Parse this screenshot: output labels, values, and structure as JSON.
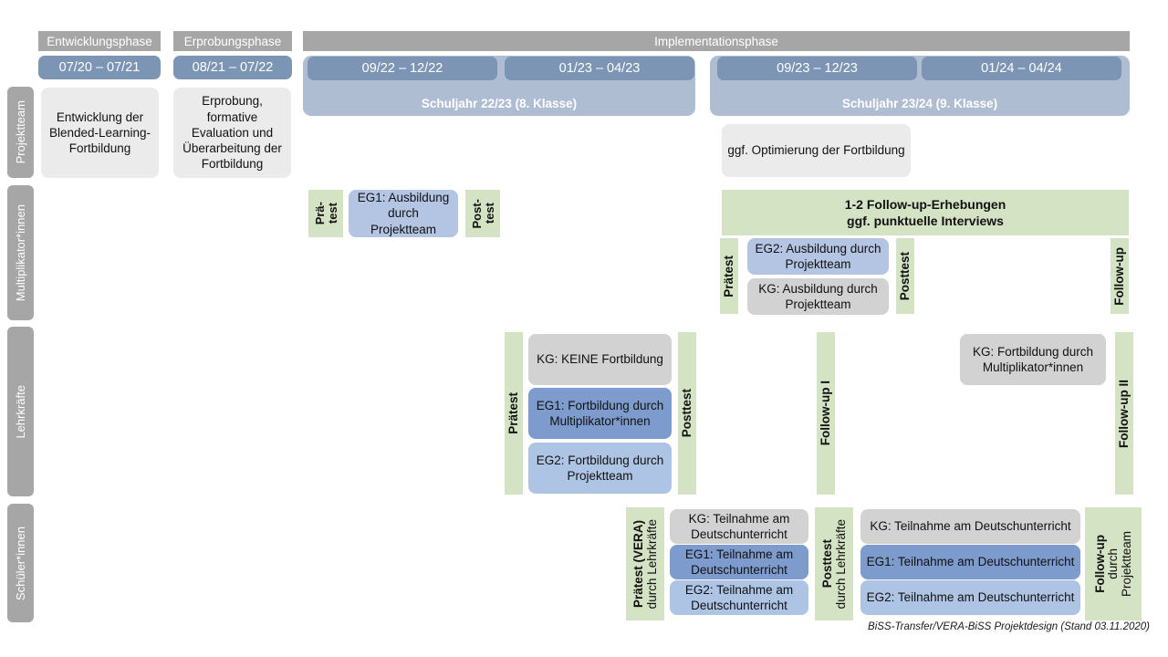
{
  "diagram": {
    "title_note": "BiSS-Transfer/VERA-BiSS Projektdesign (Stand 03.11.2020)",
    "colors": {
      "phase_header": "#a6a6a6",
      "date_bar": "#7d95b4",
      "year_band": "#afbdd2",
      "green": "#d5e3c5",
      "gray_card": "#ebebeb",
      "gray_card_dark": "#d2d2d2",
      "blue_eg1": "#7d9ccd",
      "blue_eg2": "#aec4e4",
      "blue_mid": "#b3c5e3"
    }
  },
  "phases": [
    {
      "label": "Entwicklungsphase"
    },
    {
      "label": "Erprobungsphase"
    },
    {
      "label": "Implementationsphase"
    }
  ],
  "periods": [
    {
      "label": "07/20 – 07/21"
    },
    {
      "label": "08/21 – 07/22"
    },
    {
      "label": "09/22 – 12/22"
    },
    {
      "label": "01/23 – 04/23"
    },
    {
      "label": "09/23 – 12/23"
    },
    {
      "label": "01/24 – 04/24"
    }
  ],
  "school_years": [
    {
      "label": "Schuljahr 22/23 (8. Klasse)"
    },
    {
      "label": "Schuljahr 23/24 (9. Klasse)"
    }
  ],
  "rows": [
    {
      "label": "Projektteam"
    },
    {
      "label": "Multiplikator*innen"
    },
    {
      "label": "Lehrkräfte"
    },
    {
      "label": "Schüler*innen"
    }
  ],
  "projektteam": {
    "entwicklung": "Entwicklung der Blended-Learning-Fortbildung",
    "erprobung": "Erprobung, formative Evaluation und Überarbeitung der Fortbildung",
    "optimierung": "ggf. Optimierung der Fortbildung"
  },
  "multiplikatoren": {
    "praetest_line1": "Prä-",
    "praetest_line2": "test",
    "eg1": "EG1: Ausbildung durch Projektteam",
    "posttest_line1": "Post-",
    "posttest_line2": "test",
    "followup_band_line1": "1-2 Follow-up-Erhebungen",
    "followup_band_line2": "ggf. punktuelle Interviews",
    "praetest2": "Prätest",
    "eg2": "EG2: Ausbildung durch Projektteam",
    "kg": "KG: Ausbildung durch Projektteam",
    "posttest2": "Posttest",
    "followup": "Follow-up"
  },
  "lehrkraefte": {
    "praetest": "Prätest",
    "kg": "KG:  KEINE Fortbildung",
    "eg1": "EG1: Fortbildung durch Multiplikator*innen",
    "eg2": "EG2: Fortbildung durch Projektteam",
    "posttest": "Posttest",
    "followup1": "Follow-up I",
    "kg2": "KG: Fortbildung durch Multiplikator*innen",
    "followup2": "Follow-up II"
  },
  "schueler": {
    "praetest_bold": "Prätest (VERA)",
    "praetest_reg": "durch Lehrkräfte",
    "kg_a": "KG: Teilnahme am Deutschunterricht",
    "eg1_a": "EG1: Teilnahme am Deutschunterricht",
    "eg2_a": "EG2: Teilnahme am Deutschunterricht",
    "posttest_bold": "Posttest",
    "posttest_reg": "durch Lehrkräfte",
    "kg_b": "KG: Teilnahme am Deutschunterricht",
    "eg1_b": "EG1: Teilnahme am Deutschunterricht",
    "eg2_b": "EG2: Teilnahme am Deutschunterricht",
    "followup_bold": "Follow-up",
    "followup_reg1": "durch",
    "followup_reg2": "Projektteam"
  }
}
